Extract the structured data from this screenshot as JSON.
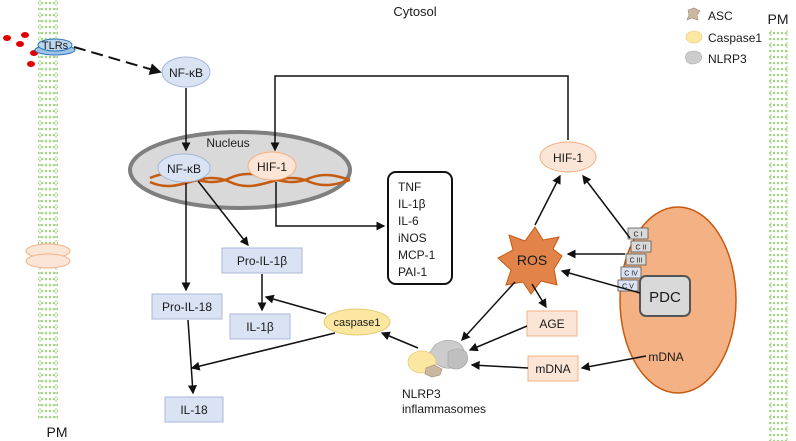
{
  "labels": {
    "cytosol": "Cytosol",
    "pm_left": "PM",
    "pm_right": "PM",
    "tlrs": "TLRs",
    "nfkb_cyto": "NF-κB",
    "nucleus": "Nucleus",
    "nfkb_nuc": "NF-κB",
    "hif1_nuc": "HIF-1",
    "hif1_cyto": "HIF-1",
    "pro_il1b": "Pro-IL-1β",
    "il1b": "IL-1β",
    "pro_il18": "Pro-IL-18",
    "il18": "IL-18",
    "caspase1": "caspase1",
    "ros": "ROS",
    "age": "AGE",
    "mdna_box": "mDNA",
    "mdna_mito": "mDNA",
    "pdc": "PDC",
    "nlrp3_line1": "NLRP3",
    "nlrp3_line2": "inflammasomes"
  },
  "cytokines": [
    "TNF",
    "IL-1β",
    "IL-6",
    "iNOS",
    "MCP-1",
    "PAI-1"
  ],
  "complexes": [
    "C I",
    "C II",
    "C III",
    "C IV",
    "C V"
  ],
  "legend": [
    {
      "label": "ASC",
      "shape": "asc-icon",
      "color": "#c9b8a0"
    },
    {
      "label": "Caspase1",
      "shape": "caspase1-icon",
      "color": "#fbe6a2"
    },
    {
      "label": "NLRP3",
      "shape": "nlrp3-icon",
      "color": "#cccccc"
    }
  ],
  "colors": {
    "membrane": "#a9d18e",
    "blue_fill": "#dae3f3",
    "blue_stroke": "#a8b8d8",
    "peach_fill": "#fbe5d6",
    "peach_stroke": "#f4b183",
    "mito_fill": "#f4b183",
    "ros_fill": "#e2844a",
    "dna": "#c55a11",
    "nucleus_fill": "#d9d9d9",
    "nucleus_stroke": "#7f7f7f"
  }
}
